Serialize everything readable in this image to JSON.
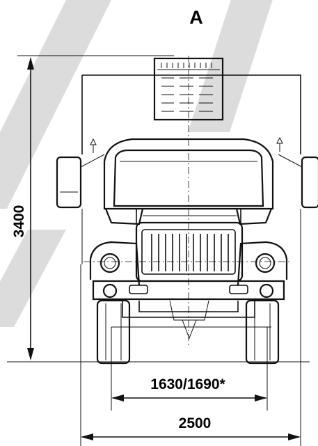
{
  "view": {
    "label": "A"
  },
  "dimensions": {
    "height": "3400",
    "track_width": "1630/1690*",
    "overall_width": "2500"
  },
  "colors": {
    "line": "#111111",
    "watermark": "#d6d6d6",
    "background": "#ffffff"
  }
}
